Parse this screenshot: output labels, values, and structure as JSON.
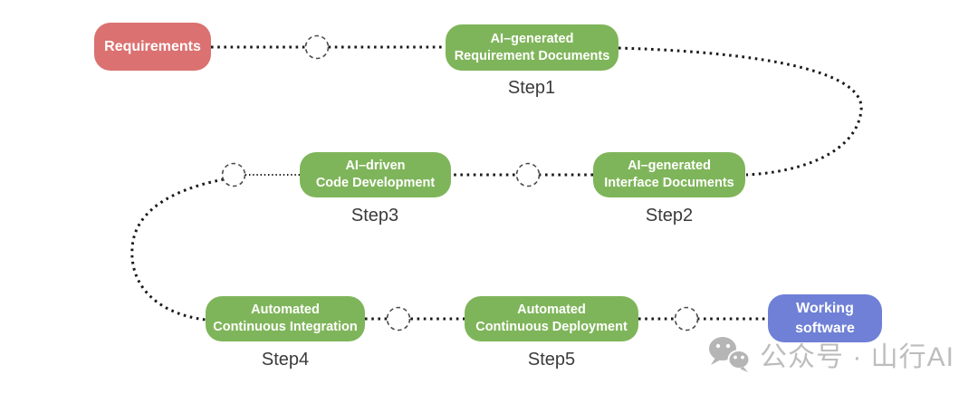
{
  "diagram": {
    "start": {
      "label": "Requirements",
      "color": "#DB7170"
    },
    "end": {
      "line1": "Working",
      "line2": "software",
      "color": "#6F80D6"
    },
    "steps": [
      {
        "caption": "Step1",
        "line1": "AI–generated",
        "line2": "Requirement Documents"
      },
      {
        "caption": "Step2",
        "line1": "AI–generated",
        "line2": "Interface Documents"
      },
      {
        "caption": "Step3",
        "line1": "AI–driven",
        "line2": "Code Development"
      },
      {
        "caption": "Step4",
        "line1": "Automated",
        "line2": "Continuous Integration"
      },
      {
        "caption": "Step5",
        "line1": "Automated",
        "line2": "Continuous Deployment"
      }
    ],
    "step_color": "#7FB55A",
    "caption_color": "#3B3B3B",
    "connector_color": "#1A1A1A"
  },
  "watermark": {
    "icon": "wechat-icon",
    "text": "公众号 · 山行AI",
    "color": "#BDBDBD"
  }
}
